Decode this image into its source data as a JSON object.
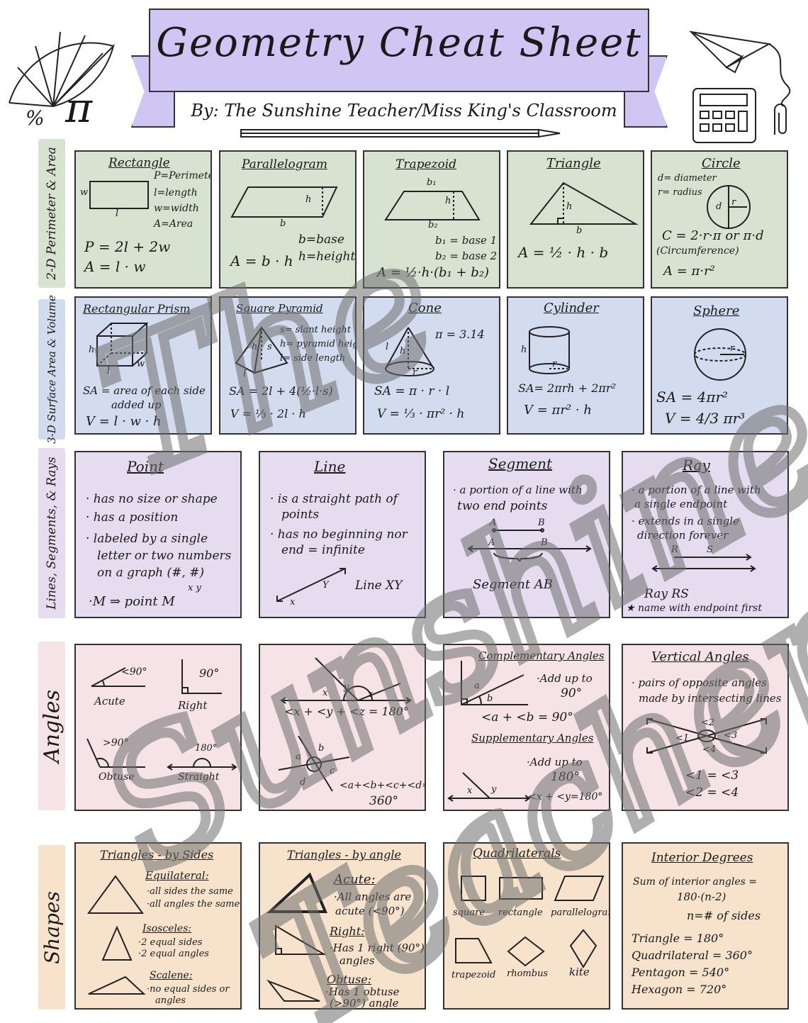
{
  "header": {
    "title": "Geometry Cheat Sheet",
    "byline": "By: The Sunshine Teacher/Miss King's Classroom",
    "deco_symbols": [
      "%",
      "π"
    ]
  },
  "sections": {
    "s2d": "2-D Perimeter & Area",
    "s3d": "3-D Surface Area & Volume",
    "lines": "Lines, Segments, & Rays",
    "angles": "Angles",
    "shapes": "Shapes"
  },
  "colors": {
    "header": "#cfc6f3",
    "green": "#d8e2d0",
    "blue": "#d3dcee",
    "purple": "#e5dcef",
    "pink": "#f5e3e8",
    "peach": "#f7e2cc"
  },
  "watermark": [
    "The",
    "Sunshine",
    "Teacher"
  ],
  "rectangle": {
    "title": "Rectangle",
    "legend": [
      "P=Perimeter",
      "l=length",
      "w=width",
      "A=Area"
    ],
    "w": "w",
    "l": "l",
    "perimeter": "P = 2l + 2w",
    "area": "A = l · w"
  },
  "parallelogram": {
    "title": "Parallelogram",
    "h": "h",
    "b": "b",
    "legend": [
      "b=base",
      "h=height"
    ],
    "area": "A = b · h"
  },
  "trapezoid": {
    "title": "Trapezoid",
    "b1": "b₁",
    "b2": "b₂",
    "h": "h",
    "legend": [
      "b₁ = base 1",
      "b₂ = base 2"
    ],
    "area": "A = ½·h·(b₁ + b₂)"
  },
  "triangle": {
    "title": "Triangle",
    "h": "h",
    "b": "b",
    "area": "A = ½ · h · b"
  },
  "circle": {
    "title": "Circle",
    "legend": [
      "d= diameter",
      "r= radius"
    ],
    "d": "d",
    "r": "r",
    "circumference": "C = 2·r·π or π·d",
    "circ_note": "(Circumference)",
    "area": "A = π·r²"
  },
  "rect_prism": {
    "title": "Rectangular Prism",
    "h": "h",
    "l": "l",
    "w": "w",
    "sa": "SA = area of each side",
    "sa2": "added up",
    "volume": "V = l · w · h"
  },
  "square_pyramid": {
    "title": "Square Pyramid",
    "legend": [
      "s= slant height",
      "h= pyramid height",
      "l= side length"
    ],
    "h": "h",
    "s": "s",
    "l": "l",
    "sa": "SA = 2l + 4(½·l·s)",
    "volume": "V = ⅓ · 2l · h"
  },
  "cone": {
    "title": "Cone",
    "pi": "π = 3.14",
    "l": "l",
    "h": "h",
    "r": "r",
    "sa": "SA = π · r · l",
    "volume": "V = ⅓ · πr² · h"
  },
  "cylinder": {
    "title": "Cylinder",
    "h": "h",
    "r": "r",
    "sa": "SA= 2πrh + 2πr²",
    "volume": "V = πr² · h"
  },
  "sphere": {
    "title": "Sphere",
    "r": "r",
    "sa": "SA = 4πr²",
    "volume": "V = 4/3 πr³"
  },
  "point": {
    "title": "Point",
    "bullets": [
      "· has no size or shape",
      "· has a position",
      "· labeled by a single",
      "letter or two numbers",
      "on a graph (#, #)"
    ],
    "xy": "x   y",
    "example": "·M ⇒ point M"
  },
  "line": {
    "title": "Line",
    "bullets": [
      "· is a straight path of",
      "points",
      "· has no beginning nor",
      "end = infinite"
    ],
    "x": "x",
    "y": "Y",
    "notation": "Line XY"
  },
  "segment": {
    "title": "Segment",
    "bullets": [
      "· a portion of a line with",
      "two end points"
    ],
    "a": "A",
    "b": "B",
    "notation": "Segment AB"
  },
  "ray": {
    "title": "Ray",
    "bullets": [
      "· a portion of a line with",
      "a single endpoint",
      "· extends in a single",
      "direction forever"
    ],
    "r": "R",
    "s": "S",
    "notation": "Ray RS",
    "note": "★ name with endpoint first"
  },
  "angle_types": {
    "acute_label": "Acute",
    "acute_deg": "<90°",
    "right_label": "Right",
    "right_deg": "90°",
    "obtuse_label": "Obtuse",
    "obtuse_deg": ">90°",
    "straight_label": "Straight",
    "straight_deg": "180°"
  },
  "angle_sums": {
    "x": "x",
    "y": "y",
    "z": "z",
    "eq1": "<x + <y + <z = 180°",
    "a": "a",
    "b": "b",
    "c": "c",
    "d": "d",
    "eq2": "<a+<b+<c+<d=",
    "eq2b": "360°"
  },
  "comp_supp": {
    "comp_title": "Complementary Angles",
    "comp_text": [
      "·Add up to",
      "90°"
    ],
    "a": "a",
    "b": "b",
    "comp_eq": "<a + <b = 90°",
    "supp_title": "Supplementary Angles",
    "supp_text": [
      "·Add up to",
      "180°"
    ],
    "x": "x",
    "y": "y",
    "supp_eq": "<x + <y=180°"
  },
  "vertical": {
    "title": "Vertical Angles",
    "text": [
      "· pairs of opposite angles",
      "made by intersecting lines"
    ],
    "l1": "<1",
    "l2": "<2",
    "l3": "<3",
    "l4": "<4",
    "eq1": "<1 = <3",
    "eq2": "<2 = <4"
  },
  "tri_sides": {
    "title": "Triangles - by Sides",
    "equilateral": "Equilateral:",
    "eq_text": [
      "·all sides the same",
      "·all angles the same"
    ],
    "isosceles": "Isosceles:",
    "iso_text": [
      "·2 equal sides",
      "·2 equal angles"
    ],
    "scalene": "Scalene:",
    "sca_text": [
      "·no equal sides or",
      "angles"
    ]
  },
  "tri_angles": {
    "title": "Triangles - by angle",
    "acute": "Acute:",
    "acute_text": [
      "·All angles are",
      "acute (<90°)"
    ],
    "right": "Right:",
    "right_text": [
      "·Has 1 right (90°)",
      "angles"
    ],
    "obtuse": "Obtuse:",
    "obtuse_text": [
      "·Has 1 obtuse",
      "(>90°) angle"
    ]
  },
  "quads": {
    "title": "Quadrilaterals",
    "labels": [
      "square",
      "rectangle",
      "parallelogram",
      "trapezoid",
      "rhombus",
      "kite"
    ]
  },
  "interior": {
    "title": "Interior Degrees",
    "formula": [
      "Sum of interior angles =",
      "180·(n-2)",
      "n=# of sides"
    ],
    "list": [
      "Triangle = 180°",
      "Quadrilateral = 360°",
      "Pentagon = 540°",
      "Hexagon = 720°"
    ]
  }
}
